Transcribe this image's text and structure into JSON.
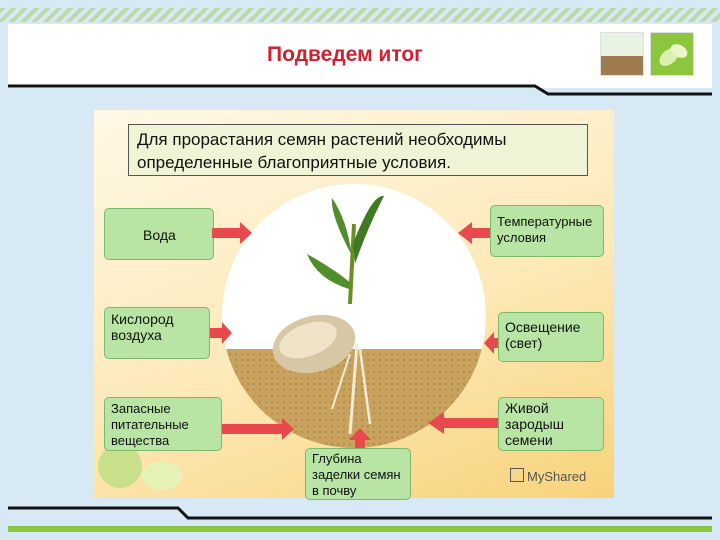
{
  "slide": {
    "title": "Подведем итог",
    "intro_line1": "Для прорастания семян растений необходимы",
    "intro_line2": "определенные благоприятные условия.",
    "conditions": {
      "water": "Вода",
      "oxygen_l1": "Кислород",
      "oxygen_l2": "воздуха",
      "nutrients_l1": "Запасные",
      "nutrients_l2": "питательные",
      "nutrients_l3": "вещества",
      "temperature_l1": "Температурные",
      "temperature_l2": "условия",
      "light_l1": "Освещение",
      "light_l2": "(свет)",
      "embryo_l1": "Живой",
      "embryo_l2": "зародыш",
      "embryo_l3": "семени",
      "depth_l1": "Глубина",
      "depth_l2": "заделки семян",
      "depth_l3": "в почву"
    },
    "watermark": "MyShared"
  },
  "colors": {
    "title": "#d1202f",
    "box_fill": "#b9e5a4",
    "arrow": "#e8494d",
    "text_box_fill": "#eef4d5"
  }
}
